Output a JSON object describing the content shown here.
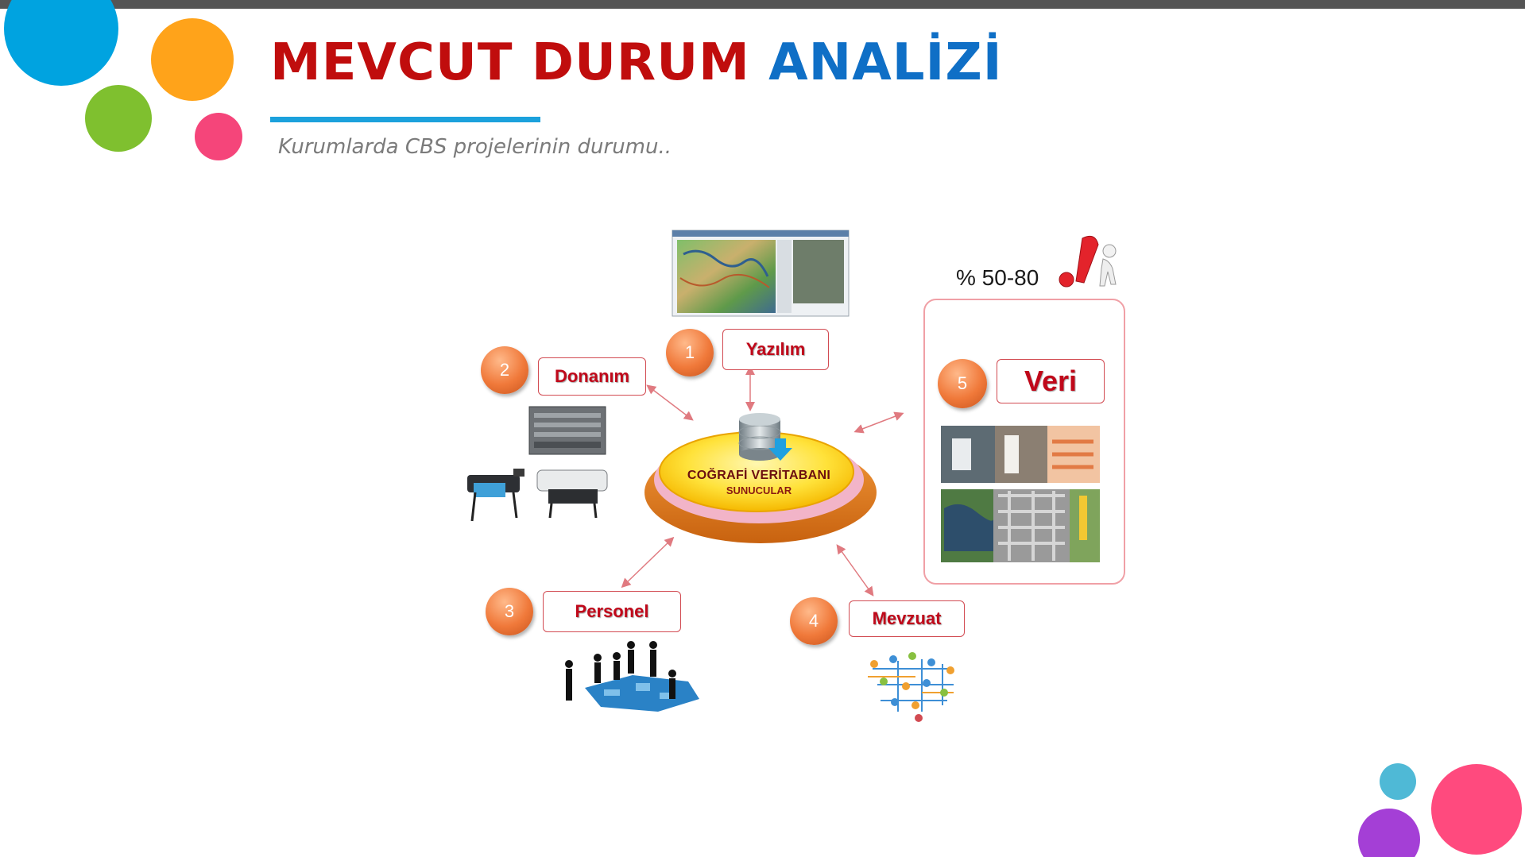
{
  "title": {
    "part1": "MEVCUT DURUM",
    "part2": "ANALİZİ"
  },
  "subtitle": "Kurumlarda CBS projelerinin durumu..",
  "colors": {
    "title_red": "#c00d0d",
    "title_blue": "#0f6fc6",
    "underline_blue": "#1ba1dc",
    "label_red": "#c0081a",
    "label_border": "#d24b52",
    "badge_orange": "#f0793a",
    "deco_blue": "#00a3e0",
    "deco_orange": "#ffa31a",
    "deco_green": "#7fc02f",
    "deco_pink": "#f5457a",
    "deco_teal": "#4fb9d6",
    "deco_purple": "#a43fd6"
  },
  "diagram": {
    "center": {
      "title": "COĞRAFİ VERİTABANI",
      "subtitle": "SUNUCULAR",
      "icon": "database-server-icon"
    },
    "components": [
      {
        "number": "1",
        "label": "Yazılım",
        "icon": "gis-software-screenshot"
      },
      {
        "number": "2",
        "label": "Donanım",
        "icon": "server-and-plotters"
      },
      {
        "number": "3",
        "label": "Personel",
        "icon": "people-puzzle"
      },
      {
        "number": "4",
        "label": "Mevzuat",
        "icon": "org-network-people"
      },
      {
        "number": "5",
        "label": "Veri",
        "icon": "data-collection-photos"
      }
    ],
    "veri_share": "% 50-80",
    "warning_icon": "exclamation-figure-icon"
  }
}
